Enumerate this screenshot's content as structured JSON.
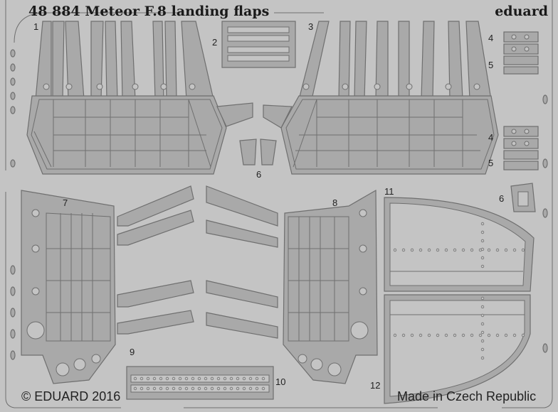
{
  "header": {
    "title": "48 884  Meteor F.8 landing flaps",
    "brand": "eduard"
  },
  "footer": {
    "copyright": "© EDUARD 2016",
    "origin": "Made in Czech Republic"
  },
  "part_numbers": [
    "1",
    "2",
    "3",
    "4",
    "5",
    "4",
    "5",
    "6",
    "6",
    "7",
    "8",
    "9",
    "10",
    "11",
    "12"
  ],
  "colors": {
    "background": "#c4c4c4",
    "metal": "#a9a9a9",
    "outline": "#6f6f6f"
  }
}
